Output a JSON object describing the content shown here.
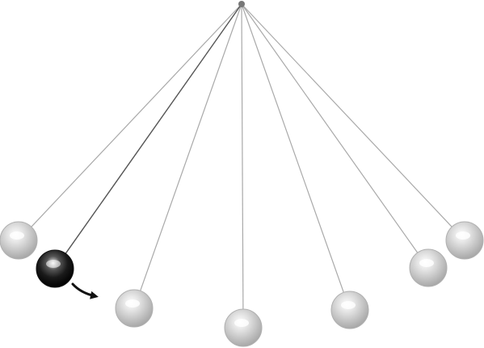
{
  "diagram": {
    "kind": "pendulum-motion-sequence",
    "active_index": 1,
    "positions": [
      "frame-1",
      "frame-2",
      "frame-3",
      "frame-4",
      "frame-5",
      "frame-6",
      "frame-7"
    ],
    "arrow": {
      "direction": "right",
      "icon": "curved-arrow-icon"
    }
  },
  "colors": {
    "background": "#ffffff",
    "pivot": "#777777",
    "string_ghost": "#a9a9a9",
    "string_active": "#555555",
    "ball_ghost": "#bdbdbd",
    "ball_active": "#111111",
    "arrow": "#111111"
  }
}
